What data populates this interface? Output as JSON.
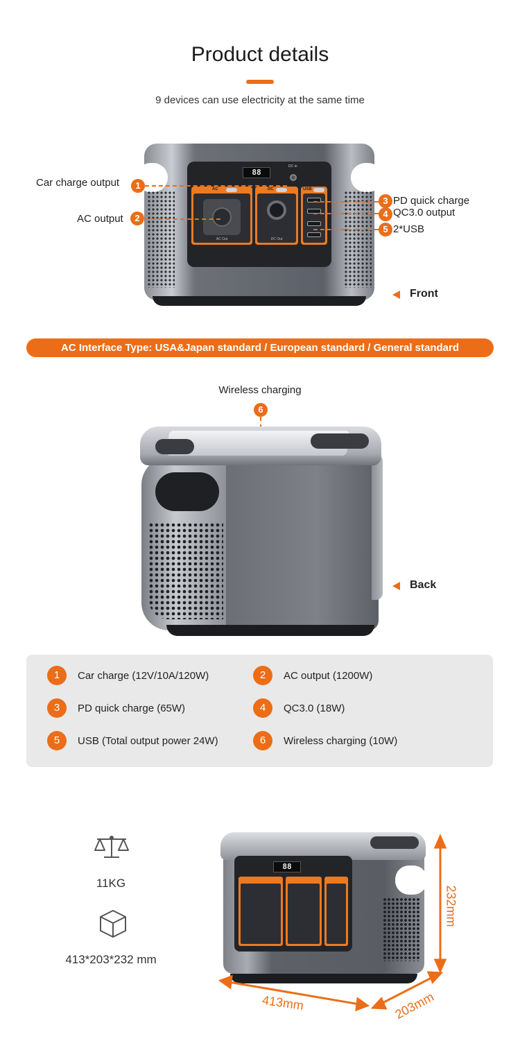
{
  "header": {
    "title": "Product details",
    "subtitle": "9 devices can use electricity at the same time"
  },
  "front": {
    "lcd": "88",
    "dc_in": "DC in",
    "modules": {
      "ac": "AC",
      "dc": "DC",
      "usb": "USB",
      "ac_out": "AC Out",
      "dc_out": "DC Out"
    },
    "callouts": [
      {
        "num": "1",
        "label": "Car charge output"
      },
      {
        "num": "2",
        "label": "AC output"
      },
      {
        "num": "3",
        "label": "PD quick charge"
      },
      {
        "num": "4",
        "label": "QC3.0 output"
      },
      {
        "num": "5",
        "label": "2*USB"
      }
    ],
    "view_label": "Front"
  },
  "banner": "AC Interface Type: USA&Japan standard / European standard / General standard",
  "back": {
    "callout": {
      "num": "6",
      "label": "Wireless charging"
    },
    "view_label": "Back"
  },
  "specs": [
    {
      "num": "1",
      "text": "Car charge (12V/10A/120W)"
    },
    {
      "num": "2",
      "text": "AC output (1200W)"
    },
    {
      "num": "3",
      "text": "PD quick charge (65W)"
    },
    {
      "num": "4",
      "text": "QC3.0 (18W)"
    },
    {
      "num": "5",
      "text": "USB (Total output power 24W)"
    },
    {
      "num": "6",
      "text": "Wireless charging (10W)"
    }
  ],
  "dimensions": {
    "weight": "11KG",
    "size": "413*203*232 mm",
    "height_label": "232mm",
    "length_label": "413mm",
    "depth_label": "203mm",
    "weight_icon": "scale-icon",
    "size_icon": "box-icon"
  },
  "colors": {
    "accent": "#ec6d17",
    "spec_bg": "#e9e9e9"
  }
}
